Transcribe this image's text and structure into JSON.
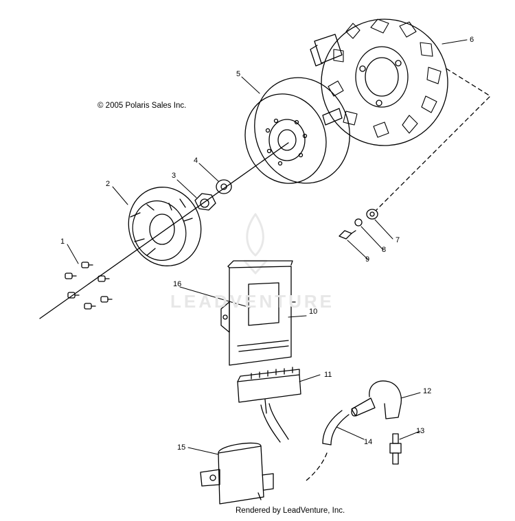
{
  "copyright": "© 2005 Polaris Sales Inc.",
  "footer": "Rendered by LeadVenture, Inc.",
  "watermark": "LEADVENTURE",
  "callouts": [
    "1",
    "2",
    "3",
    "4",
    "5",
    "6",
    "7",
    "8",
    "9",
    "10",
    "11",
    "12",
    "13",
    "14",
    "15",
    "16"
  ]
}
